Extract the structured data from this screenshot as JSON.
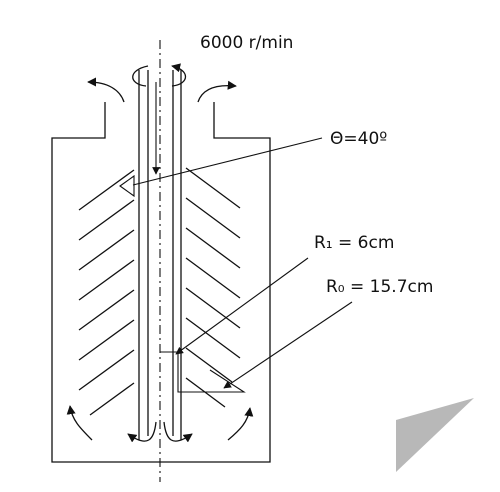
{
  "diagram": {
    "speed_label": "6000 r/min",
    "angle_label": "Θ=40º",
    "r1_label": "R₁ =  6cm",
    "r0_label": "R₀ = 15.7cm"
  }
}
